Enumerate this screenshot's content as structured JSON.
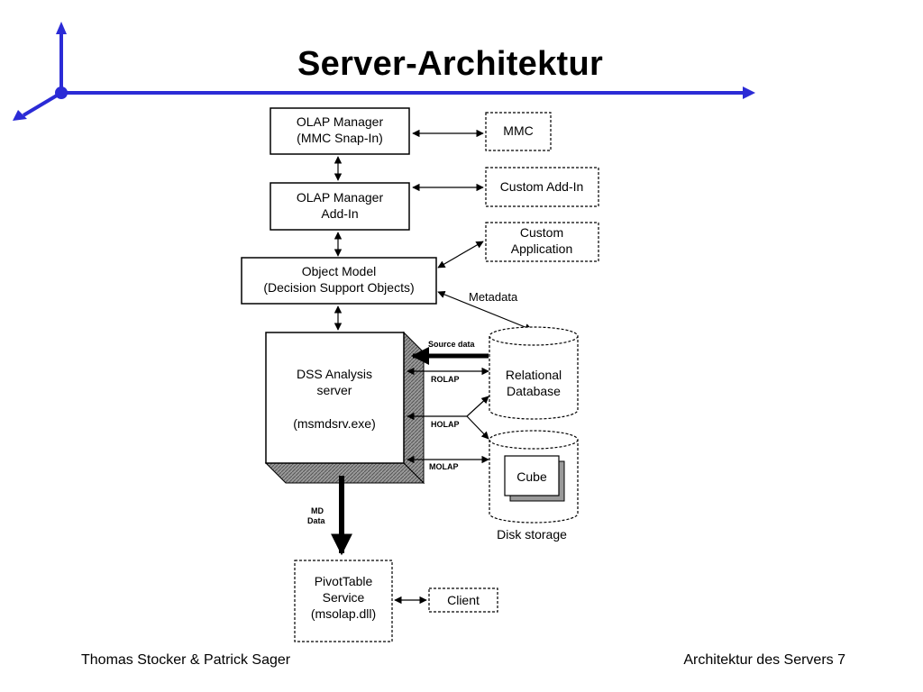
{
  "slide": {
    "title": "Server-Architektur",
    "footer_left": "Thomas Stocker & Patrick Sager",
    "footer_right": "Architektur des Servers 7",
    "accent_color": "#2b2bd6"
  },
  "diagram": {
    "olap_manager_snapin": [
      "OLAP Manager",
      "(MMC Snap-In)"
    ],
    "mmc": "MMC",
    "olap_manager_addin": [
      "OLAP Manager",
      "Add-In"
    ],
    "custom_addin": "Custom Add-In",
    "custom_application": [
      "Custom",
      "Application"
    ],
    "object_model": [
      "Object Model",
      "(Decision Support Objects)"
    ],
    "metadata_label": "Metadata",
    "dss_server": [
      "DSS Analysis",
      "server",
      "(msmdsrv.exe)"
    ],
    "source_data_label": "Source data",
    "rolap_label": "ROLAP",
    "holap_label": "HOLAP",
    "molap_label": "MOLAP",
    "relational_db": [
      "Relational",
      "Database"
    ],
    "cube": "Cube",
    "disk_storage": "Disk storage",
    "md_data_label": [
      "MD",
      "Data"
    ],
    "pivottable": [
      "PivotTable",
      "Service",
      "(msolap.dll)"
    ],
    "client": "Client"
  }
}
